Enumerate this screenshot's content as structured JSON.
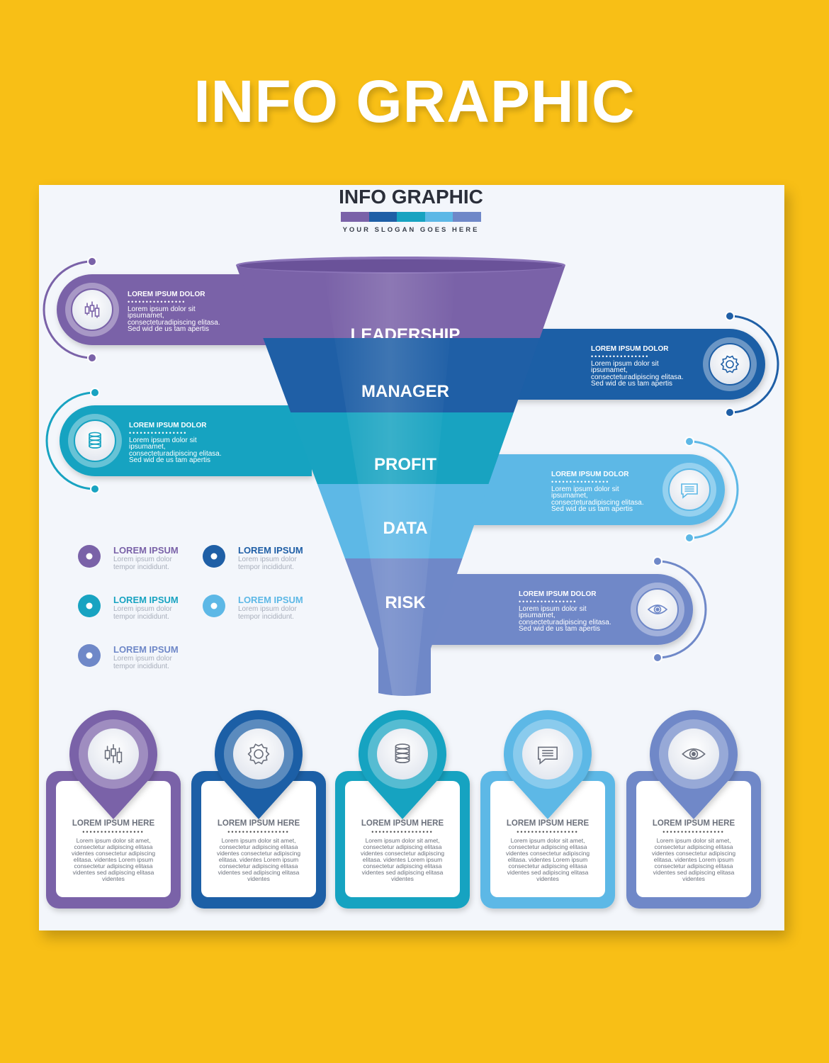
{
  "header": {
    "title": "INFO GRAPHIC"
  },
  "card": {
    "title": "INFO GRAPHIC",
    "slogan": "YOUR SLOGAN GOES HERE",
    "colors": [
      "#7a62a8",
      "#1f5fa6",
      "#18a3c1",
      "#5db8e6",
      "#6f88c8"
    ]
  },
  "funnel": {
    "stages": [
      {
        "label": "LEADERSHIP",
        "color": "#7a62a8"
      },
      {
        "label": "MANAGER",
        "color": "#1f5fa6"
      },
      {
        "label": "PROFIT",
        "color": "#18a3c1"
      },
      {
        "label": "DATA",
        "color": "#5db8e6"
      },
      {
        "label": "RISK",
        "color": "#6f88c8"
      }
    ]
  },
  "bands": [
    {
      "title": "LOREM IPSUM DOLOR",
      "dots": "••••••••••••••••",
      "text": "Lorem ipsum dolor sit ipsumamet, consecteturadipiscing elitasa. Sed wid de us tam apertis",
      "icon": "candlestick-icon",
      "color": "#7a62a8"
    },
    {
      "title": "LOREM IPSUM DOLOR",
      "dots": "••••••••••••••••",
      "text": "Lorem ipsum dolor sit ipsumamet, consecteturadipiscing elitasa. Sed wid de us tam apertis",
      "icon": "gear-icon",
      "color": "#1f5fa6"
    },
    {
      "title": "LOREM IPSUM DOLOR",
      "dots": "••••••••••••••••",
      "text": "Lorem ipsum dolor sit ipsumamet, consecteturadipiscing elitasa. Sed wid de us tam apertis",
      "icon": "database-icon",
      "color": "#18a3c1"
    },
    {
      "title": "LOREM IPSUM DOLOR",
      "dots": "••••••••••••••••",
      "text": "Lorem ipsum dolor sit ipsumamet, consecteturadipiscing elitasa. Sed wid de us tam apertis",
      "icon": "chat-icon",
      "color": "#5db8e6"
    },
    {
      "title": "LOREM IPSUM DOLOR",
      "dots": "••••••••••••••••",
      "text": "Lorem ipsum dolor sit ipsumamet, consecteturadipiscing elitasa. Sed wid de us tam apertis",
      "icon": "eye-icon",
      "color": "#6f88c8"
    }
  ],
  "legend": [
    {
      "title": "LOREM IPSUM",
      "line1": "Lorem ipsum dolor",
      "line2": "tempor incididunt.",
      "color": "#7a62a8"
    },
    {
      "title": "LOREM IPSUM",
      "line1": "Lorem ipsum dolor",
      "line2": "tempor incididunt.",
      "color": "#1f5fa6"
    },
    {
      "title": "LOREM IPSUM",
      "line1": "Lorem ipsum dolor",
      "line2": "tempor incididunt.",
      "color": "#18a3c1"
    },
    {
      "title": "LOREM IPSUM",
      "line1": "Lorem ipsum dolor",
      "line2": "tempor incididunt.",
      "color": "#5db8e6"
    },
    {
      "title": "LOREM IPSUM",
      "line1": "Lorem ipsum dolor",
      "line2": "tempor incididunt.",
      "color": "#6f88c8"
    }
  ],
  "boxes": [
    {
      "title": "LOREM IPSUM HERE",
      "dots": "•••••••••••••••••",
      "text": "Lorem ipsum dolor sit amet, consectetur adipiscing elitasa videntes consectetur adipiscing elitasa. videntes Lorem ipsum consectetur adipiscing elitasa videntes sed adipiscing elitasa videntes",
      "icon": "candlestick-icon",
      "color": "#7a62a8"
    },
    {
      "title": "LOREM IPSUM HERE",
      "dots": "•••••••••••••••••",
      "text": "Lorem ipsum dolor sit amet, consectetur adipiscing elitasa videntes consectetur adipiscing elitasa. videntes Lorem ipsum consectetur adipiscing elitasa videntes sed adipiscing elitasa videntes",
      "icon": "gear-icon",
      "color": "#1f5fa6"
    },
    {
      "title": "LOREM IPSUM HERE",
      "dots": "•••••••••••••••••",
      "text": "Lorem ipsum dolor sit amet, consectetur adipiscing elitasa videntes consectetur adipiscing elitasa. videntes Lorem ipsum consectetur adipiscing elitasa videntes sed adipiscing elitasa videntes",
      "icon": "database-icon",
      "color": "#18a3c1"
    },
    {
      "title": "LOREM IPSUM HERE",
      "dots": "•••••••••••••••••",
      "text": "Lorem ipsum dolor sit amet, consectetur adipiscing elitasa videntes consectetur adipiscing elitasa. videntes Lorem ipsum consectetur adipiscing elitasa videntes sed adipiscing elitasa videntes",
      "icon": "chat-icon",
      "color": "#5db8e6"
    },
    {
      "title": "LOREM IPSUM HERE",
      "dots": "•••••••••••••••••",
      "text": "Lorem ipsum dolor sit amet, consectetur adipiscing elitasa videntes consectetur adipiscing elitasa. videntes Lorem ipsum consectetur adipiscing elitasa videntes sed adipiscing elitasa videntes",
      "icon": "eye-icon",
      "color": "#6f88c8"
    }
  ]
}
